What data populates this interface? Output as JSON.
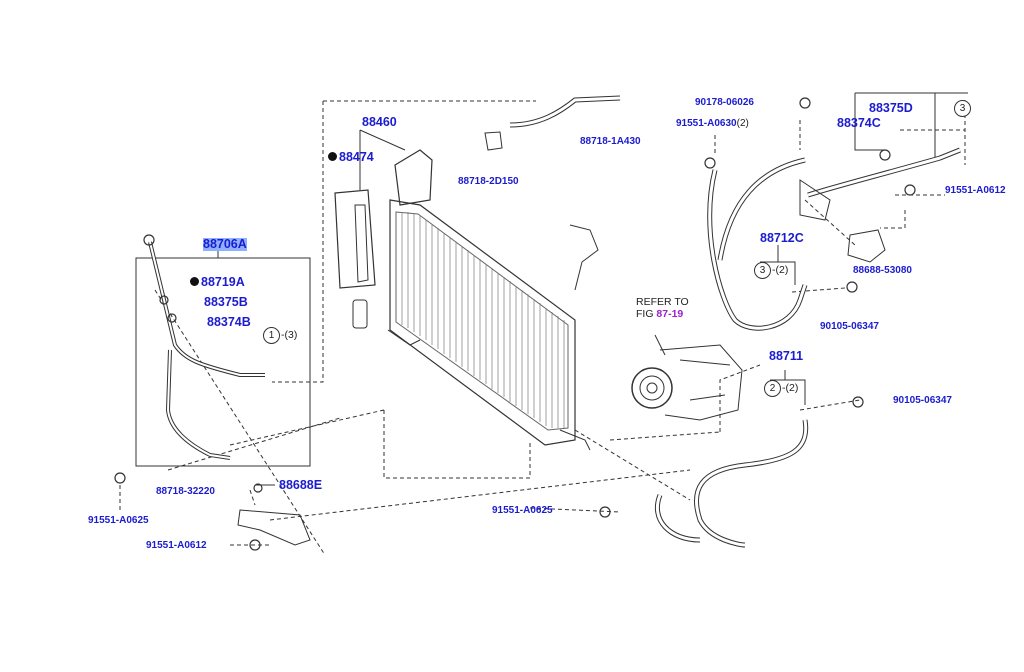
{
  "diagram": {
    "callouts": {
      "p88706A": "88706A",
      "p88719A": "88719A",
      "p88375B": "88375B",
      "p88374B": "88374B",
      "p88460": "88460",
      "p88474": "88474",
      "p88718_2D150": "88718-2D150",
      "p88718_1A430": "88718-1A430",
      "p90178_06026": "90178-06026",
      "p91551_A0630": "91551-A0630",
      "p91551_A0630_qty": "(2)",
      "p88375D": "88375D",
      "p88374C": "88374C",
      "p91551_A0612_right": "91551-A0612",
      "p88712C": "88712C",
      "p88688_53080": "88688-53080",
      "p90105_06347_a": "90105-06347",
      "p88711": "88711",
      "p90105_06347_b": "90105-06347",
      "p88718_32220": "88718-32220",
      "p88688E": "88688E",
      "p91551_A0625_left": "91551-A0625",
      "p91551_A0612_left": "91551-A0612",
      "p91551_A0625_center": "91551-A0625"
    },
    "refer": {
      "line1": "REFER TO",
      "fig_prefix": "FIG ",
      "fig_ref": "87-19"
    },
    "circles": {
      "c1": "1",
      "c1_qty": "-(3)",
      "c3a": "3",
      "c3a_qty": "-(2)",
      "c2": "2",
      "c2_qty": "-(2)",
      "c3b": "3"
    },
    "colors": {
      "callout": "#1c1ccf",
      "highlight": "#8fb0ff",
      "fig_ref": "#9b22c9",
      "line": "#333333"
    }
  }
}
